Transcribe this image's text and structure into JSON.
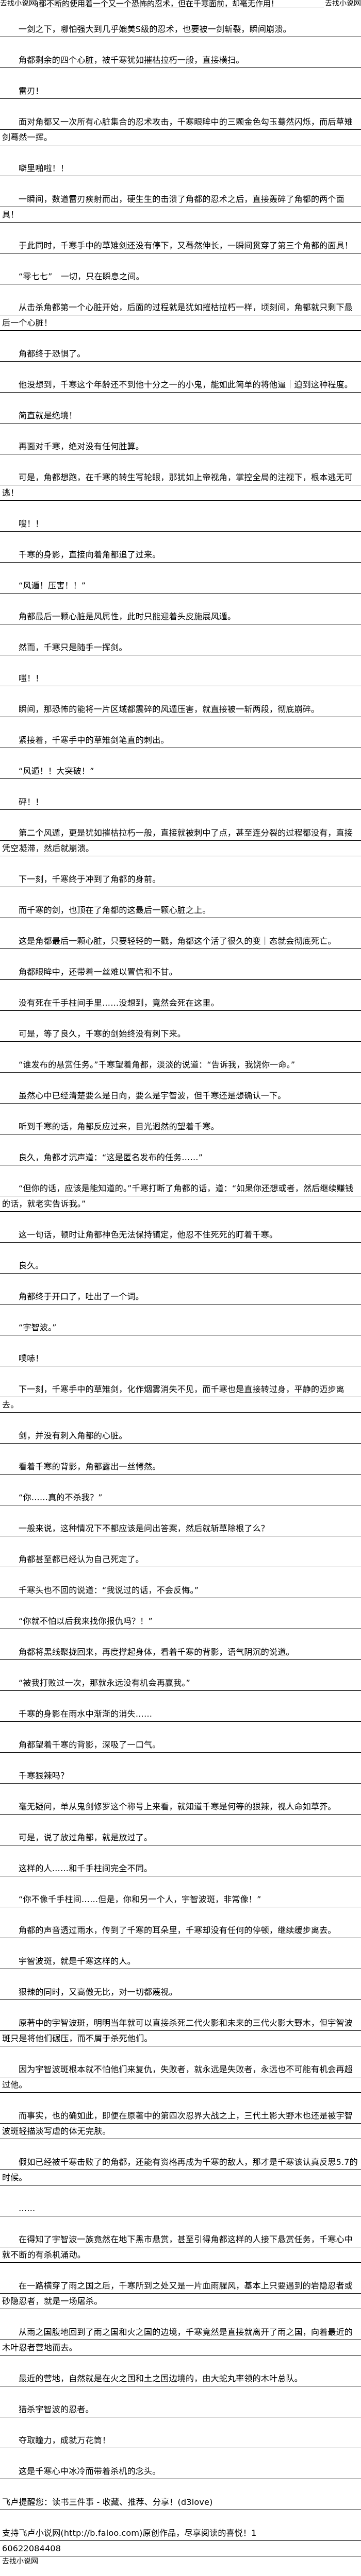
{
  "header": {
    "site_name": "去找小说网",
    "text": "角都不断的使用着一个又一个恐怖的忍术，但在千寒面前，却毫无作用！"
  },
  "paragraphs": [
    "一剑之下，哪怕强大到几乎媲美S级的忍术，也要被一剑斩裂，瞬间崩溃。",
    "角都剩余的四个心脏，被千寒犹如摧枯拉朽一般，直接横扫。",
    "雷刃！",
    "面对角都又一次所有心脏集合的忍术攻击，千寒眼眸中的三颗金色勾玉蓦然闪烁，而后草雉剑蓦然一挥。",
    "噼里啪啦！！",
    "一瞬间，数道雷刃疾射而出，硬生生的击溃了角都的忍术之后，直接轰碎了角都的两个面具！",
    "于此同时，千寒手中的草雉剑还没有停下，又蓦然伸长，一瞬间贯穿了第三个角都的面具！",
    "“零七七”　一切，只在瞬息之间。",
    "从击杀角都第一个心脏开始，后面的过程就是犹如摧枯拉朽一样，顷刻间，角都就只剩下最后一个心脏！",
    "角都终于恐惧了。",
    "他没想到，千寒这个年龄还不到他十分之一的小鬼，能如此简单的将他逼｜迫到这种程度。",
    "简直就是绝境！",
    "再面对千寒，绝对没有任何胜算。",
    "可是，角都想跑，在千寒的转生写轮眼，那犹如上帝视角，掌控全局的注视下，根本逃无可逃！",
    "嗖！！",
    "千寒的身影，直接向着角都追了过来。",
    "“风遁！压害！！”",
    "角都最后一颗心脏是风属性，此时只能迎着头皮施展风遁。",
    "然而，千寒只是随手一挥剑。",
    "嗤！！",
    "瞬间，那恐怖的能将一片区域都震碎的风遁压害，就直接被一斩两段，彻底崩碎。",
    "紧接着，千寒手中的草雉剑笔直的刺出。",
    "“风遁！！大突破！”",
    "砰！！",
    "第二个风遁，更是犹如摧枯拉朽一般，直接就被刺中了点，甚至连分裂的过程都没有，直接凭空凝滞，然后就崩溃。",
    "下一刻，千寒终于冲到了角都的身前。",
    "而千寒的剑，也顶在了角都的这最后一颗心脏之上。",
    "这是角都最后一颗心脏，只要轻轻的一戳，角都这个活了很久的变｜态就会彻底死亡。",
    "角都眼眸中，还带着一丝难以置信和不甘。",
    "没有死在千手柱间手里……没想到，竟然会死在这里。",
    "可是，等了良久，千寒的剑始终没有刺下来。",
    "“谁发布的悬赏任务。”千寒望着角都，淡淡的说道：“告诉我，我饶你一命。”",
    "虽然心中已经清楚要么是日向，要么是宇智波，但千寒还是想确认一下。",
    "听到千寒的话，角都反应过来，目光迥然的望着千寒。",
    "良久，角都才沉声道：“这是匿名发布的任务……”",
    "“但你的话，应该是能知道的。”千寒打断了角都的话，道：“如果你还想或者，然后继续赚钱的话，就老实告诉我。”",
    "这一句话，顿时让角都神色无法保持镇定，他忍不住死死的盯着千寒。",
    "良久。",
    "角都终于开口了，吐出了一个词。",
    "“宇智波。”",
    "噗哧！",
    "下一刻，千寒手中的草雉剑，化作烟雾消失不见，而千寒也是直接转过身，平静的迈步离去。",
    "剑，并没有刺入角都的心脏。",
    "看着千寒的背影，角都露出一丝愕然。",
    "“你……真的不杀我？”",
    "一般来说，这种情况下不都应该是问出答案，然后就斩草除根了么？",
    "角都甚至都已经认为自己死定了。",
    "千寒头也不回的说道：“我说过的话，不会反悔。”",
    "“你就不怕以后我来找你报仇吗？！”",
    "角都将黑线聚拢回来，再度撑起身体，看着千寒的背影，语气阴沉的说道。",
    "“被我打败过一次，那就永远没有机会再赢我。”",
    "千寒的身影在雨水中渐渐的消失……",
    "角都望着千寒的背影，深吸了一口气。",
    "千寒狠辣吗？",
    "毫无疑问，单从鬼剑修罗这个称号上来看，就知道千寒是何等的狠辣，视人命如草芥。",
    "可是，说了放过角都，就是放过了。",
    "这样的人……和千手柱间完全不同。",
    "“你不像千手柱间……但是，你和另一个人，宇智波斑，非常像！”",
    "角都的声音透过雨水，传到了千寒的耳朵里，千寒却没有任何的停顿，继续缓步离去。",
    "宇智波斑，就是千寒这样的人。",
    "狠辣的同时，又高傲无比，对一切都蔑视。",
    "原著中的宇智波斑，明明当年就可以直接杀死二代火影和未来的三代火影大野木，但宇智波斑只是将他们碾压，而不屑于杀死他们。",
    "因为宇智波斑根本就不怕他们来复仇，失败者，就永远是失败者，永远也不可能有机会再超过他。",
    "而事实，也的确如此，即便在原著中的第四次忍界大战之上，三代土影大野木也还是被宇智波斑轻描淡写虐的体无完肤。",
    "假如已经被千寒击败了的角都，还能有资格再成为千寒的敌人，那才是千寒该认真反思5.7的时候。",
    "……",
    "在得知了宇智波一族竟然在地下黑市悬赏，甚至引得角都这样的人接下悬赏任务，千寒心中就不断的有杀机涌动。",
    "在一路横穿了雨之国之后，千寒所到之处又是一片血雨腥风，基本上只要遇到的岩隐忍者或砂隐忍者，就是一场屠杀。",
    "从雨之国腹地回到了雨之国和火之国的边境，千寒竟然是直接就离开了雨之国，向着最近的木叶忍者营地而去。",
    "最近的营地，自然就是在火之国和土之国边境的，由大蛇丸率领的木叶总队。",
    "猎杀宇智波的忍者。",
    "夺取瞳力，成就万花筒！",
    "这是千寒心中冰冷而带着杀机的念头。"
  ],
  "footer": {
    "reminder": "飞卢提醒您：读书三件事 - 收藏、推荐、分享！(d3love)",
    "support_line1": "支持飞卢小说网(http://b.faloo.com)原创作品，尽享阅读的喜悦！1",
    "support_line2": "60622084408",
    "site_name": "去找小说网"
  }
}
